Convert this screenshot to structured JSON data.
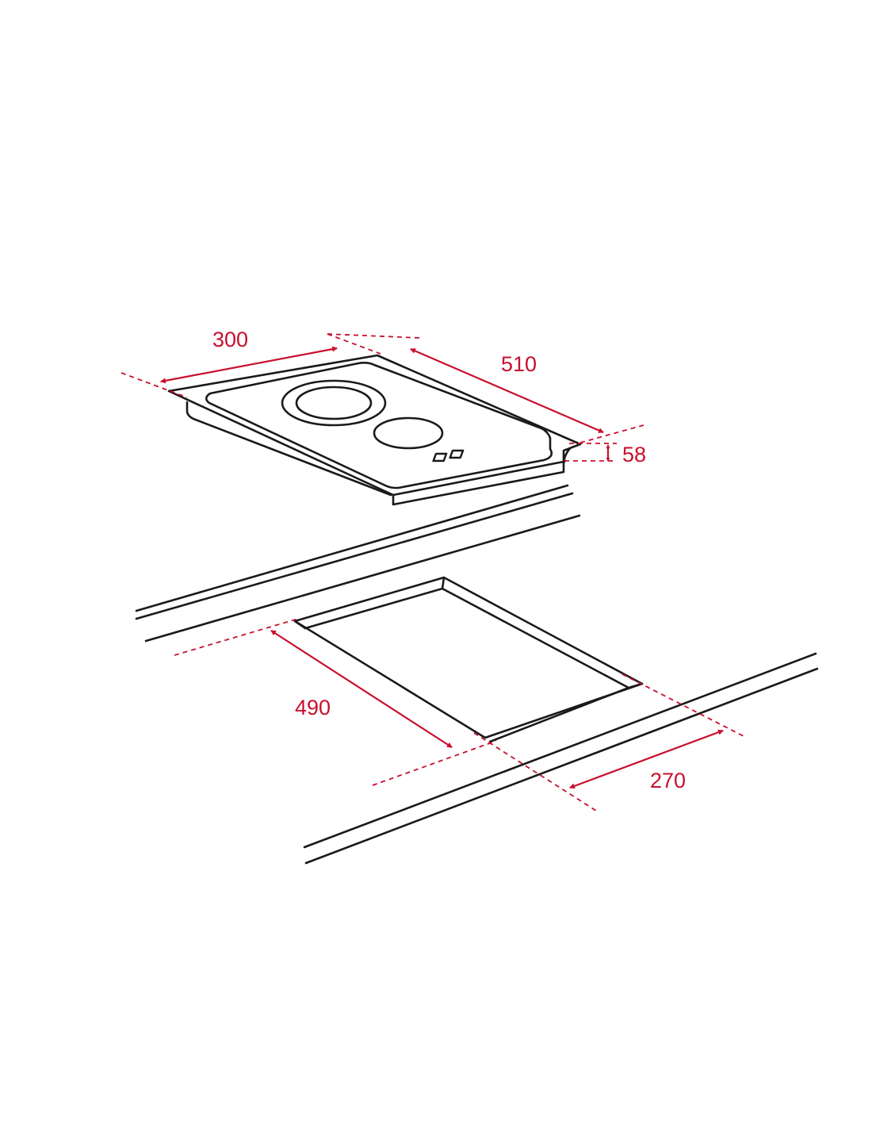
{
  "colors": {
    "line": "#1a1a1a",
    "dimension": "#c8102e",
    "background": "#ffffff"
  },
  "dimensions": {
    "hob_width": "300",
    "hob_depth": "510",
    "hob_height": "58",
    "cutout_depth": "490",
    "cutout_width": "270"
  }
}
